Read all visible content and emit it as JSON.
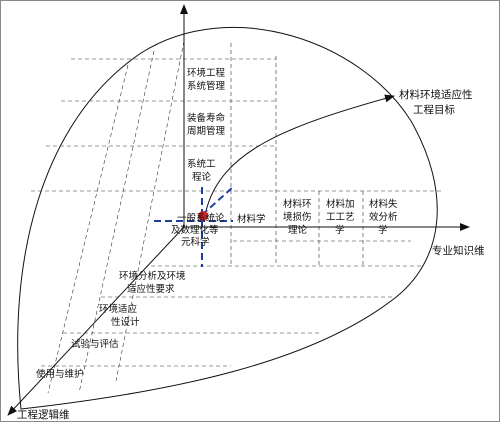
{
  "axes": {
    "logic": "工程逻辑维",
    "knowledge": "专业知识维"
  },
  "goal": [
    "材料环境适应性",
    "工程目标"
  ],
  "vertical_items": [
    [
      "环境工程",
      "系统管理"
    ],
    [
      "装备寿命",
      "周期管理"
    ],
    [
      "系统工",
      "程论"
    ]
  ],
  "origin_item": [
    "一般系统论",
    "及数理化等",
    "元科学"
  ],
  "knowledge_items": [
    [
      "材料学"
    ],
    [
      "材料环",
      "境损伤",
      "理论"
    ],
    [
      "材料加",
      "工工艺",
      "学"
    ],
    [
      "材料失",
      "效分析",
      "学"
    ]
  ],
  "logic_items": [
    [
      "环境分析及环境",
      "适应性要求"
    ],
    [
      "环境适应",
      "性设计"
    ],
    [
      "试验与评估"
    ],
    [
      "使用与维护"
    ]
  ],
  "colors": {
    "origin_marker": "#d42020",
    "origin_cross": "#1f3f9f"
  }
}
